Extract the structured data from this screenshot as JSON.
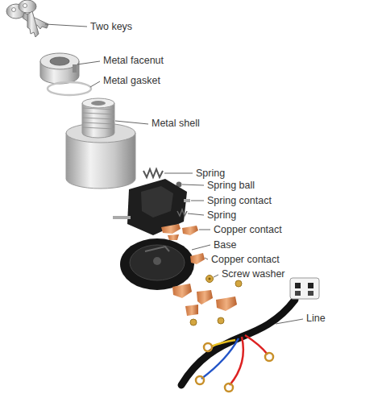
{
  "diagram": {
    "labels": [
      "Two keys",
      "Metal facenut",
      "Metal gasket",
      "Metal shell",
      "Spring",
      "Spring ball",
      "Spring contact",
      "Spring",
      "Copper contact",
      "Base",
      "Copper contact",
      "Screw washer",
      "Line"
    ]
  }
}
